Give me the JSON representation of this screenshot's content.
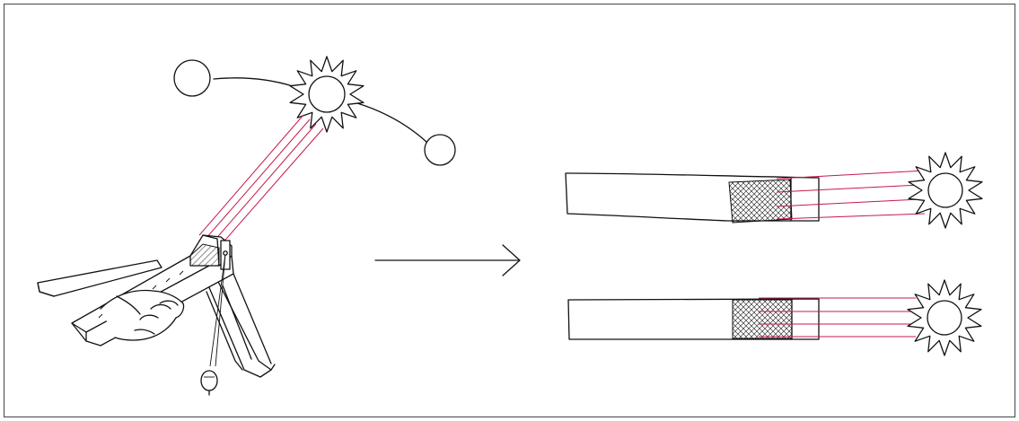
{
  "figure": {
    "frame_color": "#444444",
    "ink_color": "#111111",
    "ray_color": "#c8184a",
    "icons": {
      "sun": "sun-icon",
      "moon": "moon-icon",
      "plumb_bob": "plumb-bob-icon",
      "hand": "hand-icon",
      "arrow": "arrow-right-icon"
    },
    "panels": [
      {
        "id": "instrument-scene",
        "description_hidden": true
      },
      {
        "id": "tube-misaligned"
      },
      {
        "id": "tube-aligned"
      }
    ]
  }
}
